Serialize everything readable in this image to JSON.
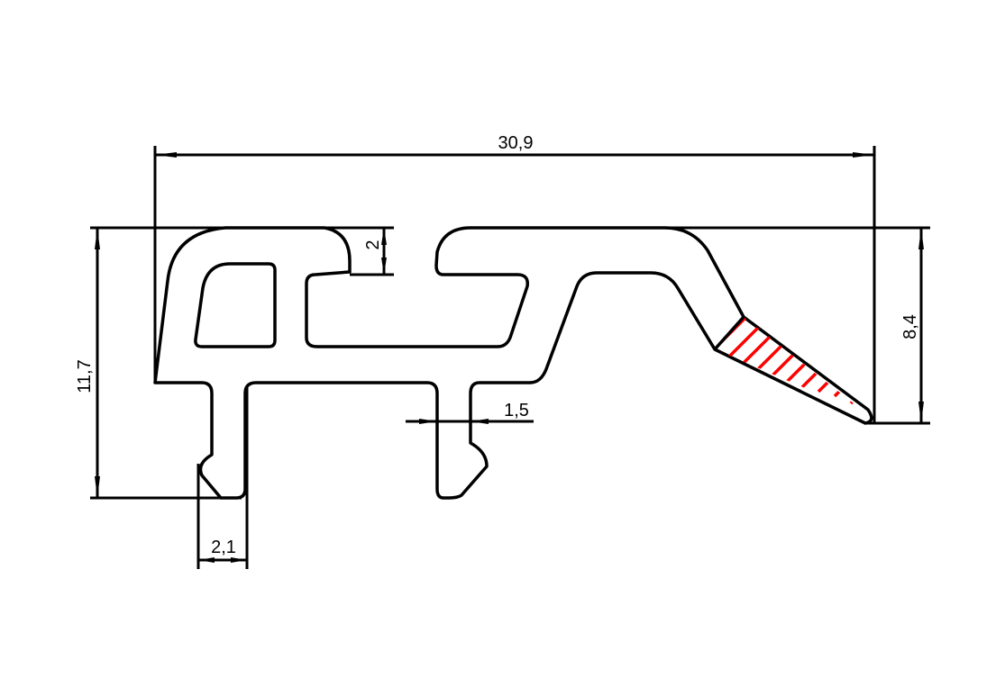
{
  "drawing": {
    "colors": {
      "line": "#000000",
      "hatch": "#ff0000",
      "background": "#ffffff"
    },
    "dimensions": {
      "overall_width": "30,9",
      "overall_height": "11,7",
      "lip_height": "8,4",
      "top_wall": "2",
      "foot_wall": "1,5",
      "foot_width": "2,1"
    }
  }
}
